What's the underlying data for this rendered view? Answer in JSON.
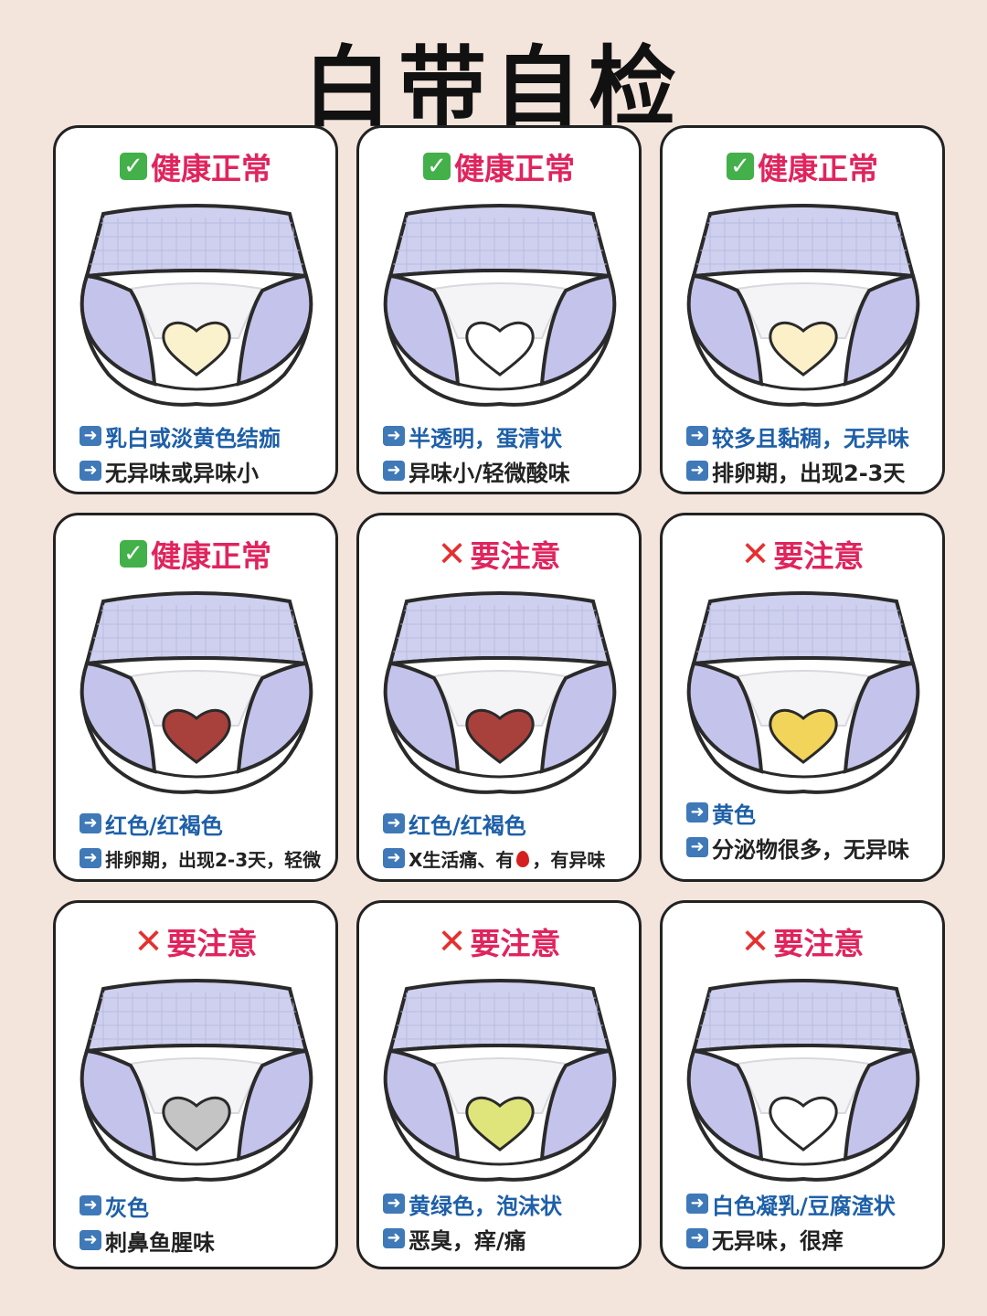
{
  "title": "白带自检",
  "colors": {
    "healthy_text": "#e0245e",
    "warning_text": "#e53030",
    "line1_text": "#1d5fa8",
    "garment": "#cfd0ef",
    "garment_side": "#c4c3ec",
    "outline": "#2a2a2a"
  },
  "cards": [
    {
      "status": "healthy",
      "status_icon": "check-icon",
      "status_label": "健康正常",
      "heart_color": "#faf2cc",
      "line1": "乳白或淡黄色结痂",
      "line2": "无异味或异味小"
    },
    {
      "status": "healthy",
      "status_icon": "check-icon",
      "status_label": "健康正常",
      "heart_color": "#ffffff",
      "line1": "半透明，蛋清状",
      "line2": "异味小/轻微酸味"
    },
    {
      "status": "healthy",
      "status_icon": "check-icon",
      "status_label": "健康正常",
      "heart_color": "#fbf0c8",
      "line1": "较多且黏稠，无异味",
      "line2": "排卵期，出现2-3天"
    },
    {
      "status": "healthy",
      "status_icon": "check-icon",
      "status_label": "健康正常",
      "heart_color": "#a8403c",
      "line1": "红色/红褐色",
      "line2": "排卵期，出现2-3天，轻微"
    },
    {
      "status": "warning",
      "status_icon": "cross-icon",
      "status_label": "要注意",
      "heart_color": "#a8403c",
      "line1": "红色/红褐色",
      "line2a": "X生活痛、有",
      "line2b": "，有异味"
    },
    {
      "status": "warning",
      "status_icon": "cross-icon",
      "status_label": "要注意",
      "heart_color": "#f2d45a",
      "line1": "黄色",
      "line2": "分泌物很多，无异味"
    },
    {
      "status": "warning",
      "status_icon": "cross-icon",
      "status_label": "要注意",
      "heart_color": "#c4c4c4",
      "line1": "灰色",
      "line2": "刺鼻鱼腥味"
    },
    {
      "status": "warning",
      "status_icon": "cross-icon",
      "status_label": "要注意",
      "heart_color": "#dfe57a",
      "line1": "黄绿色，泡沫状",
      "line2": "恶臭，痒/痛"
    },
    {
      "status": "warning",
      "status_icon": "cross-icon",
      "status_label": "要注意",
      "heart_color": "#ffffff",
      "line1": "白色凝乳/豆腐渣状",
      "line2": "无异味，很痒"
    }
  ]
}
